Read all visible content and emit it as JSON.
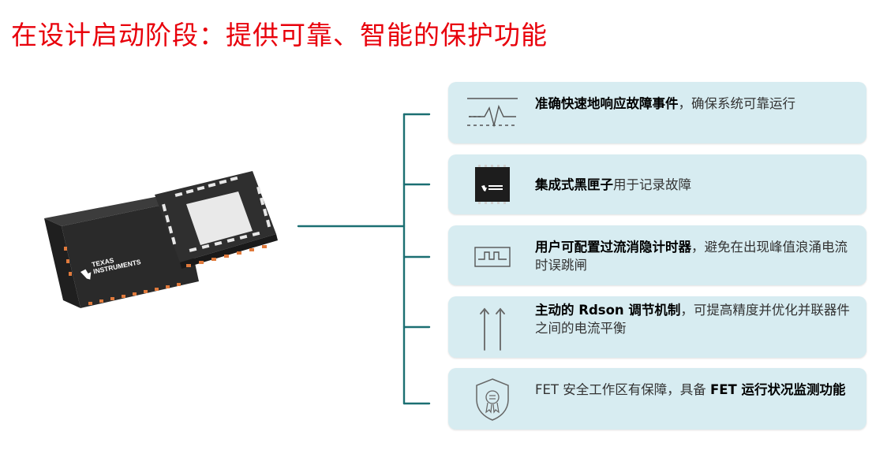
{
  "title": "在设计启动阶段：提供可靠、智能的保护功能",
  "chip": {
    "logo_line1": "TEXAS",
    "logo_line2": "INSTRUMENTS"
  },
  "features": [
    {
      "icon": "waveform-icon",
      "bold1": "准确快速地响应故障事件",
      "text1": "，确保系统可靠运行",
      "bold2": "",
      "text2": ""
    },
    {
      "icon": "black-box-chip-icon",
      "bold1": "集成式黑匣子",
      "text1": "用于记录故障",
      "bold2": "",
      "text2": ""
    },
    {
      "icon": "pulse-timer-icon",
      "bold1": "用户可配置过流消隐计时器",
      "text1": "，避免在出现峰值浪涌电流时误跳闸",
      "bold2": "",
      "text2": ""
    },
    {
      "icon": "up-arrows-icon",
      "bold1": "主动的 Rdson 调节机制",
      "text1": "，可提高精度并优化并联器件之间的电流平衡",
      "bold2": "",
      "text2": ""
    },
    {
      "icon": "shield-certificate-icon",
      "bold1": "",
      "text1": "FET 安全工作区有保障，具备 ",
      "bold2": "FET 运行状况监测功能",
      "text2": ""
    }
  ],
  "colors": {
    "title": "#e8000b",
    "card_bg": "#d7ecf1",
    "connector": "#1b6f72"
  }
}
